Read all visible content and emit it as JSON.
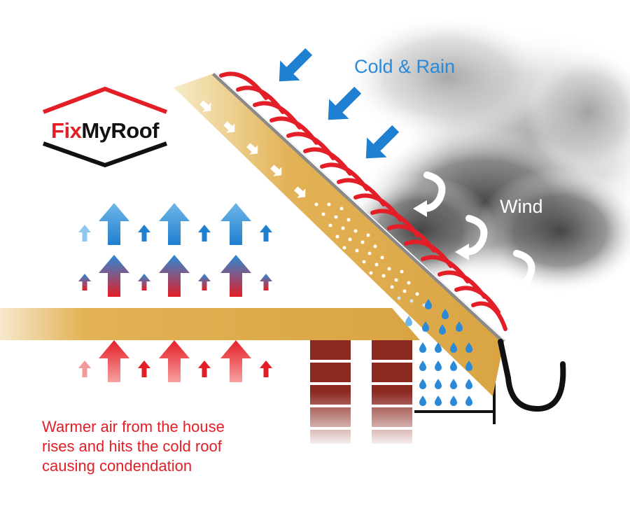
{
  "logo": {
    "part1": "Fix",
    "part2": "MyRoof"
  },
  "labels": {
    "cold_rain": "Cold & Rain",
    "wind": "Wind"
  },
  "caption": {
    "line1": "Warmer air from the house",
    "line2": "rises and hits the cold roof",
    "line3": "causing condendation"
  },
  "colors": {
    "brand_red": "#e31e26",
    "cold_blue": "#2a8ad8",
    "light_blue": "#6fb6e8",
    "timber": "#e3b256",
    "brick": "#8c2a22",
    "roof_tile": "#e31e26"
  },
  "icons": [
    "roof-logo-icon",
    "cold-arrow-icon",
    "wind-curl-icon",
    "water-drop-icon",
    "warm-air-arrow-icon",
    "gutter-icon"
  ]
}
